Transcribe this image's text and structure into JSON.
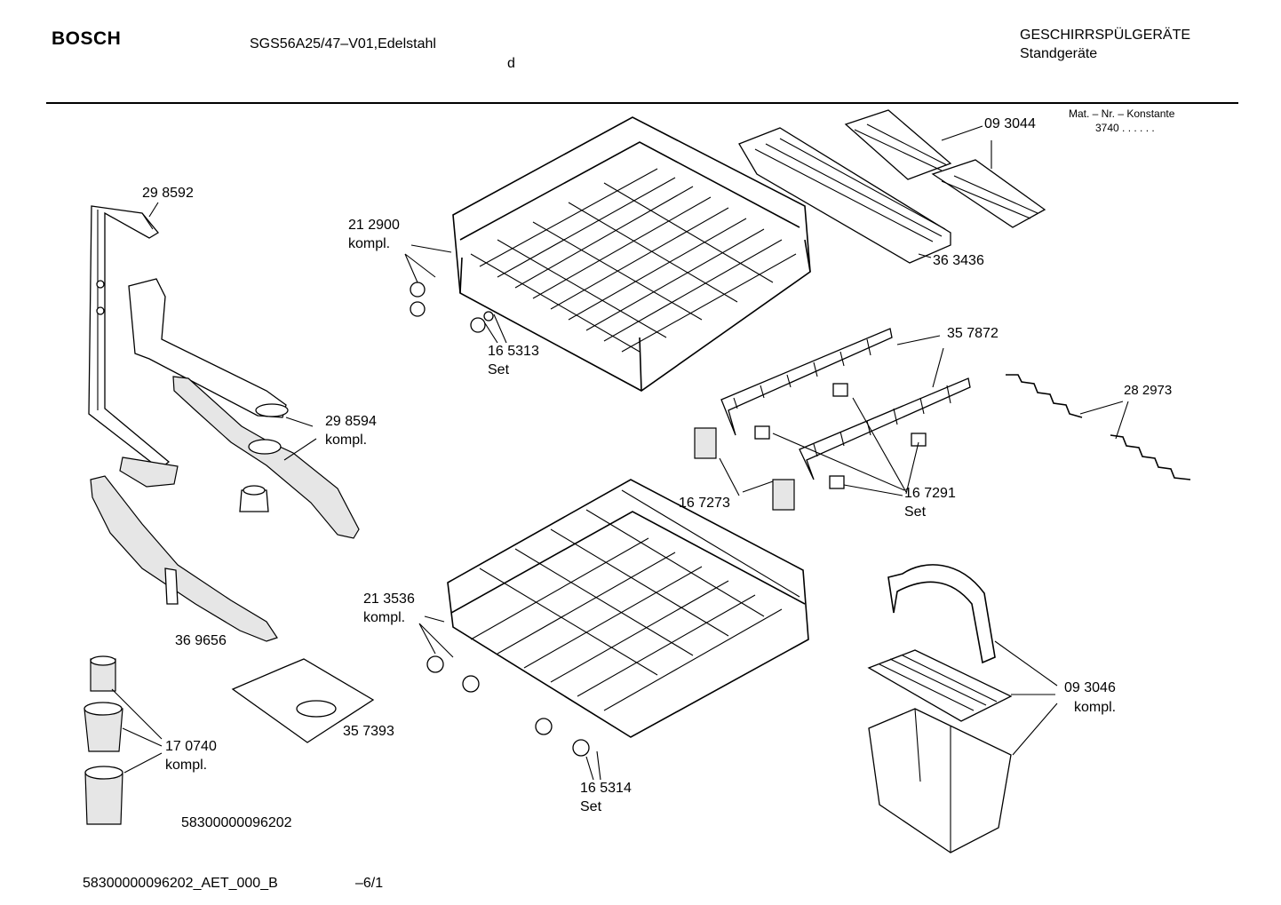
{
  "header": {
    "brand": "BOSCH",
    "model": "SGS56A25/47–V01,Edelstahl",
    "lang": "d",
    "category": "GESCHIRRSPÜLGERÄTE",
    "subcategory": "Standgeräte"
  },
  "matnr": {
    "label": "Mat. – Nr. – Konstante",
    "value": "3740  .  .    .  .  .  ."
  },
  "parts": {
    "p298592": "29 8592",
    "p212900": "21 2900",
    "p212900_sub": "kompl.",
    "p093044": "09 3044",
    "p363436": "36 3436",
    "p165313": "16 5313",
    "p165313_sub": "Set",
    "p357872": "35 7872",
    "p282973": "28 2973",
    "p298594": "29 8594",
    "p298594_sub": "kompl.",
    "p167273": "16 7273",
    "p167291": "16 7291",
    "p167291_sub": "Set",
    "p213536": "21 3536",
    "p213536_sub": "kompl.",
    "p369656": "36 9656",
    "p357393": "35 7393",
    "p170740": "17 0740",
    "p170740_sub": "kompl.",
    "p093046": "09 3046",
    "p093046_sub": "kompl.",
    "p165314": "16 5314",
    "p165314_sub": "Set"
  },
  "drawing_id": "58300000096202",
  "footer": {
    "doc": "58300000096202_AET_000_B",
    "page": "–6/1"
  }
}
